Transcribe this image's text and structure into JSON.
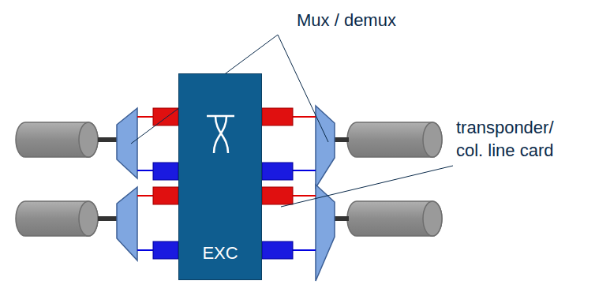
{
  "diagram": {
    "nodes": [
      {
        "text": [
          "EXC"
        ]
      }
    ],
    "labels": [
      "Mux / demux",
      "transponder/ col. line card"
    ]
  }
}
